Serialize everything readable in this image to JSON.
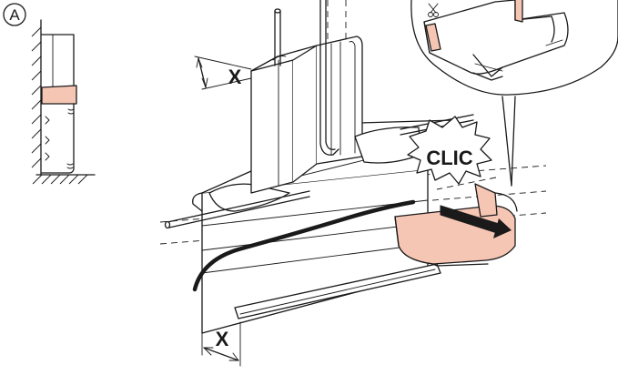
{
  "figure": {
    "detail_marker": "A",
    "click_label": "CLIC",
    "dimension_label": "X",
    "colors": {
      "accent_part": "#f6c6b4",
      "line": "#1a1a1a",
      "background": "#ffffff"
    },
    "icons": [
      "scissors-icon"
    ]
  }
}
